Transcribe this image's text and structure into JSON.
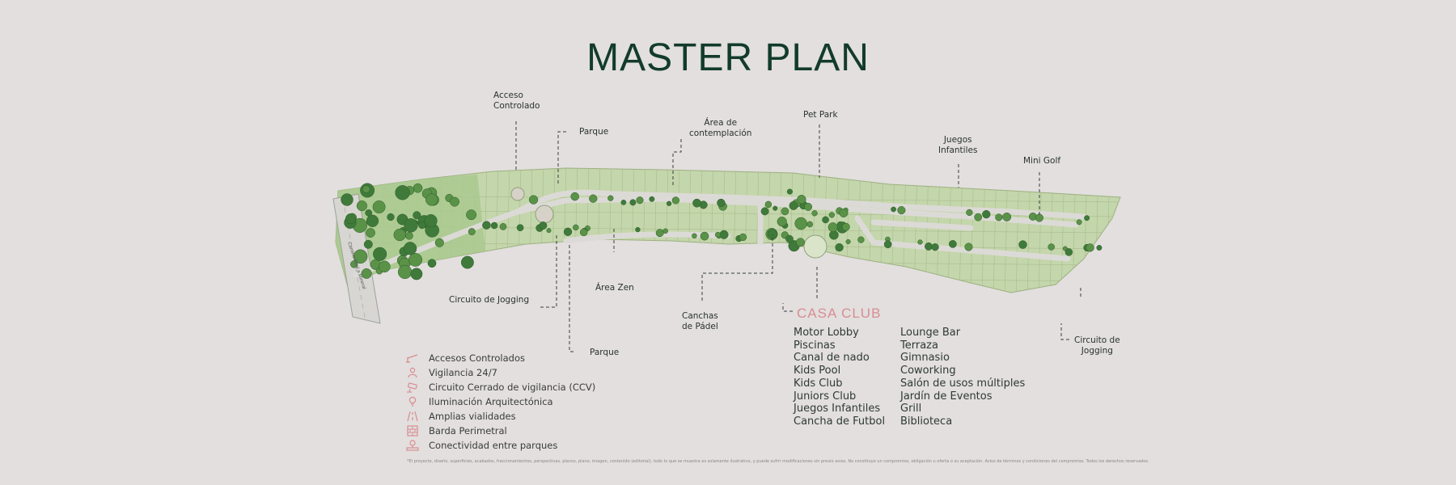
{
  "title": "MASTER PLAN",
  "labels": {
    "acceso_controlado": [
      "Acceso",
      "Controlado"
    ],
    "parque_top": "Parque",
    "area_contemplacion": [
      "Área de",
      "contemplación"
    ],
    "pet_park": "Pet Park",
    "juegos_infantiles": [
      "Juegos",
      "Infantiles"
    ],
    "mini_golf": "Mini Golf",
    "circuito_jogging_left": "Circuito de Jogging",
    "area_zen": "Área Zen",
    "parque_bottom": "Parque",
    "canchas_padel": [
      "Canchas",
      "de Pádel"
    ],
    "circuito_jogging_right": [
      "Circuito de",
      "Jogging"
    ],
    "road_name": "Camino Real a Mineral"
  },
  "casa_club": {
    "title": "CASA CLUB",
    "col1": [
      "Motor Lobby",
      "Piscinas",
      "Canal de nado",
      "Kids Pool",
      "Kids Club",
      "Juniors Club",
      "Juegos Infantiles",
      "Cancha de Futbol"
    ],
    "col2": [
      "Lounge Bar",
      "Terraza",
      "Gimnasio",
      "Coworking",
      "Salón de usos múltiples",
      "Jardín de Eventos",
      "Grill",
      "Biblioteca"
    ]
  },
  "features": [
    {
      "icon": "barrier-gate-icon",
      "label": "Accesos Controlados"
    },
    {
      "icon": "guard-icon",
      "label": "Vigilancia 24/7"
    },
    {
      "icon": "cctv-camera-icon",
      "label": "Circuito Cerrado de vigilancia (CCV)"
    },
    {
      "icon": "lightbulb-icon",
      "label": "Iluminación Arquitectónica"
    },
    {
      "icon": "road-icon",
      "label": "Amplias vialidades"
    },
    {
      "icon": "brick-wall-icon",
      "label": "Barda Perimetral"
    },
    {
      "icon": "park-connection-icon",
      "label": "Conectividad entre parques"
    }
  ],
  "disclaimer": "*El proyecto, diseño, superficies, acabados, fraccionamientos, perspectivas, planos, plano, imagen, contenido (editorial), todo lo que se muestra es solamente ilustrativo, y puede sufrir modificaciones sin previo aviso. No constituye un compromiso, obligación u oferta o su aceptación. Aviso de términos y condiciones del compromiso. Todos los derechos reservados.",
  "colors": {
    "title": "#123b2b",
    "accent": "#d98d92",
    "background": "#e2dfde",
    "lots": "#c2d4a9",
    "trees": "#3f7a3a"
  }
}
